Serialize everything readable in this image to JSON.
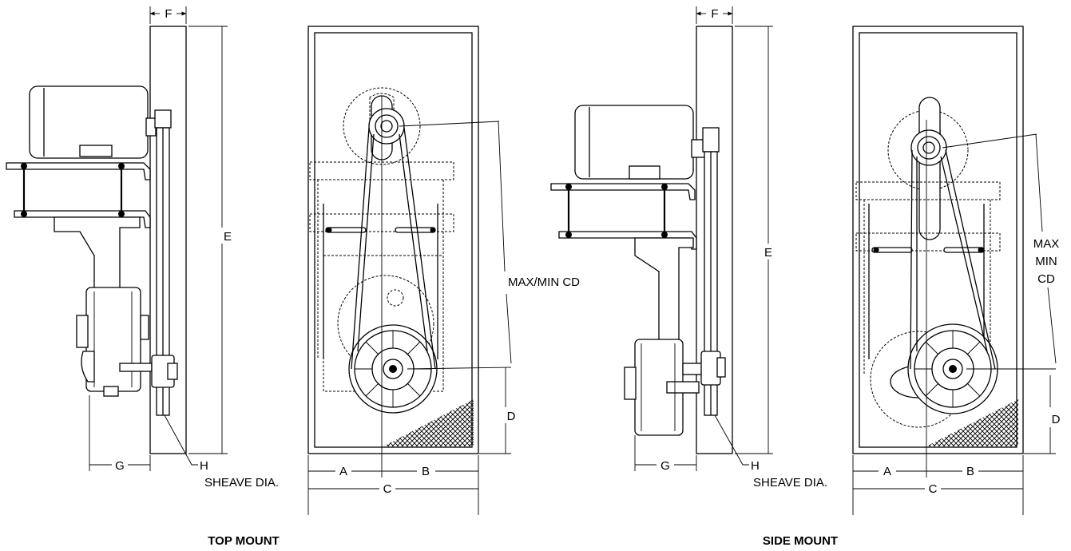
{
  "top_mount": {
    "title": "TOP MOUNT",
    "dim_f": "F",
    "dim_e": "E",
    "dim_g": "G",
    "dim_h": "H",
    "sheave_dia": "SHEAVE DIA.",
    "dim_a": "A",
    "dim_b": "B",
    "dim_c": "C",
    "dim_d": "D",
    "cd_label": "MAX/MIN CD"
  },
  "side_mount": {
    "title": "SIDE MOUNT",
    "dim_f": "F",
    "dim_e": "E",
    "dim_g": "G",
    "dim_h": "H",
    "sheave_dia": "SHEAVE DIA.",
    "dim_a": "A",
    "dim_b": "B",
    "dim_c": "C",
    "dim_d": "D",
    "cd_max": "MAX",
    "cd_min": "MIN",
    "cd_cd": "CD"
  }
}
